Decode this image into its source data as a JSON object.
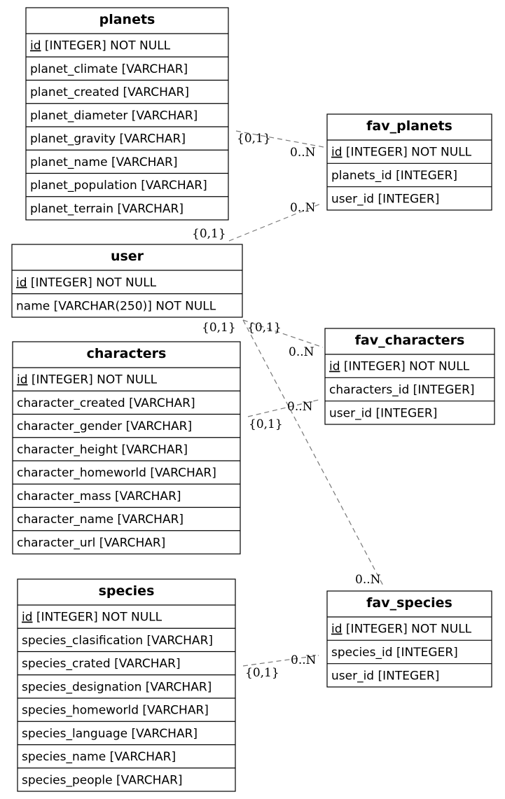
{
  "tables": [
    {
      "id": "planets",
      "title": "planets",
      "rows": [
        {
          "field": "id",
          "type": " [INTEGER] NOT NULL",
          "pk": true
        },
        {
          "field": "planet_climate",
          "type": " [VARCHAR]"
        },
        {
          "field": "planet_created",
          "type": " [VARCHAR]"
        },
        {
          "field": "planet_diameter",
          "type": " [VARCHAR]"
        },
        {
          "field": "planet_gravity",
          "type": " [VARCHAR]"
        },
        {
          "field": "planet_name",
          "type": " [VARCHAR]"
        },
        {
          "field": "planet_population",
          "type": " [VARCHAR]"
        },
        {
          "field": "planet_terrain",
          "type": " [VARCHAR]"
        }
      ]
    },
    {
      "id": "fav_planets",
      "title": "fav_planets",
      "rows": [
        {
          "field": "id",
          "type": " [INTEGER] NOT NULL",
          "pk": true
        },
        {
          "field": "planets_id",
          "type": " [INTEGER]"
        },
        {
          "field": "user_id",
          "type": " [INTEGER]"
        }
      ]
    },
    {
      "id": "user",
      "title": "user",
      "rows": [
        {
          "field": "id",
          "type": " [INTEGER] NOT NULL",
          "pk": true
        },
        {
          "field": "name",
          "type": " [VARCHAR(250)] NOT NULL"
        }
      ]
    },
    {
      "id": "characters",
      "title": "characters",
      "rows": [
        {
          "field": "id",
          "type": " [INTEGER] NOT NULL",
          "pk": true
        },
        {
          "field": "character_created",
          "type": " [VARCHAR]"
        },
        {
          "field": "character_gender",
          "type": " [VARCHAR]"
        },
        {
          "field": "character_height",
          "type": " [VARCHAR]"
        },
        {
          "field": "character_homeworld",
          "type": " [VARCHAR]"
        },
        {
          "field": "character_mass",
          "type": " [VARCHAR]"
        },
        {
          "field": "character_name",
          "type": " [VARCHAR]"
        },
        {
          "field": "character_url",
          "type": " [VARCHAR]"
        }
      ]
    },
    {
      "id": "fav_characters",
      "title": "fav_characters",
      "rows": [
        {
          "field": "id",
          "type": " [INTEGER] NOT NULL",
          "pk": true
        },
        {
          "field": "characters_id",
          "type": " [INTEGER]"
        },
        {
          "field": "user_id",
          "type": " [INTEGER]"
        }
      ]
    },
    {
      "id": "species",
      "title": "species",
      "rows": [
        {
          "field": "id",
          "type": " [INTEGER] NOT NULL",
          "pk": true
        },
        {
          "field": "species_clasification",
          "type": " [VARCHAR]"
        },
        {
          "field": "species_crated",
          "type": " [VARCHAR]"
        },
        {
          "field": "species_designation",
          "type": " [VARCHAR]"
        },
        {
          "field": "species_homeworld",
          "type": " [VARCHAR]"
        },
        {
          "field": "species_language",
          "type": " [VARCHAR]"
        },
        {
          "field": "species_name",
          "type": " [VARCHAR]"
        },
        {
          "field": "species_people",
          "type": " [VARCHAR]"
        }
      ]
    },
    {
      "id": "fav_species",
      "title": "fav_species",
      "rows": [
        {
          "field": "id",
          "type": " [INTEGER] NOT NULL",
          "pk": true
        },
        {
          "field": "species_id",
          "type": " [INTEGER]"
        },
        {
          "field": "user_id",
          "type": " [INTEGER]"
        }
      ]
    }
  ],
  "relations": [
    {
      "from": "planets",
      "to": "fav_planets",
      "from_card": "{0,1}",
      "to_card": "0..N"
    },
    {
      "from": "user",
      "to": "fav_planets",
      "from_card": "{0,1}",
      "to_card": "0..N"
    },
    {
      "from": "user",
      "to": "fav_characters",
      "from_card": "{0,1}",
      "to_card": "0..N"
    },
    {
      "from": "characters",
      "to": "fav_characters",
      "from_card": "{0,1}",
      "to_card": "0..N"
    },
    {
      "from": "user",
      "to": "fav_species",
      "from_card": "{0,1}",
      "to_card": "0..N"
    },
    {
      "from": "species",
      "to": "fav_species",
      "from_card": "{0,1}",
      "to_card": "0..N"
    }
  ]
}
